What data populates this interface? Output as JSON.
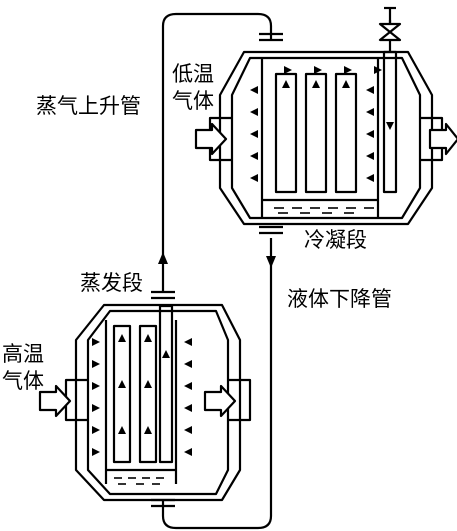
{
  "labels": {
    "riser_pipe": "蒸气上升管",
    "low_temp_gas_line1": "低温",
    "low_temp_gas_line2": "气体",
    "condensing_section": "冷凝段",
    "evaporating_section": "蒸发段",
    "liquid_downcomer": "液体下降管",
    "high_temp_gas_line1": "高温",
    "high_temp_gas_line2": "气体"
  },
  "colors": {
    "line": "#000000",
    "background": "#ffffff"
  }
}
